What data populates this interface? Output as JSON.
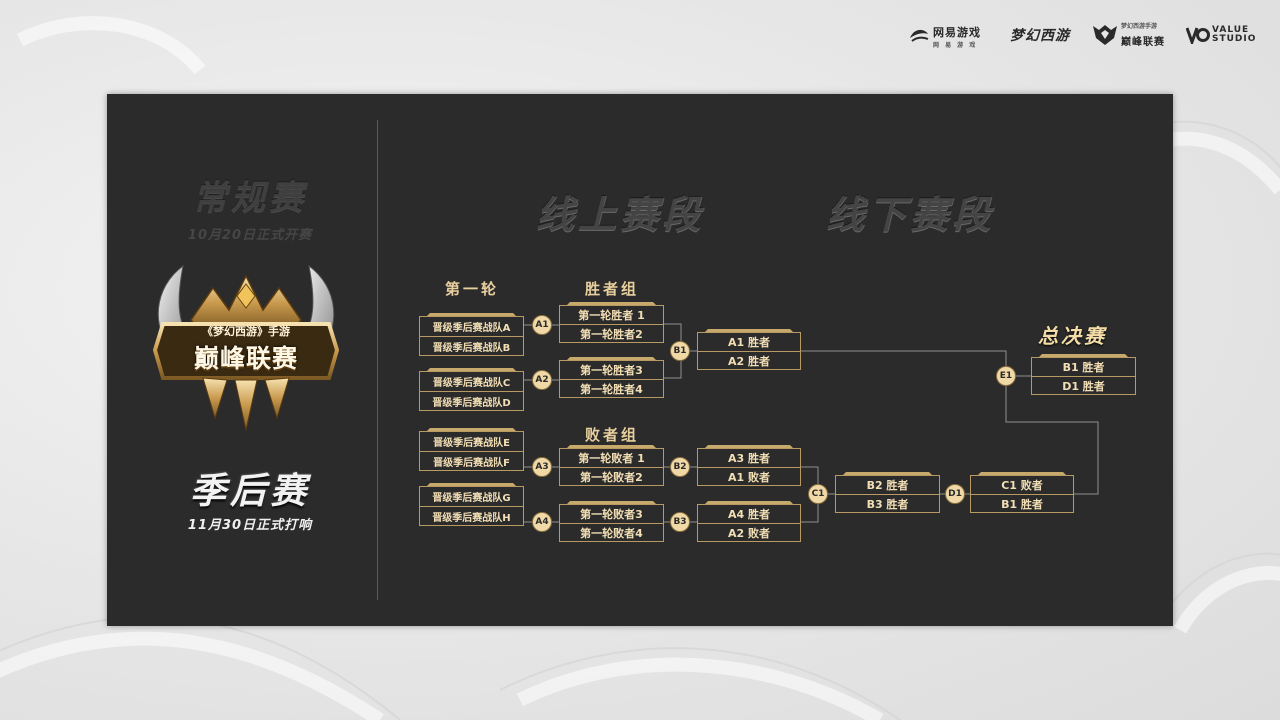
{
  "logos": [
    {
      "name": "网易游戏",
      "sub": "网 易 游 戏"
    },
    {
      "name": "梦幻西游",
      "sub": ""
    },
    {
      "name": "梦幻西游手游",
      "sub": "巅峰联赛"
    },
    {
      "name": "VALUE",
      "sub": "STUDIO"
    }
  ],
  "sidebar": {
    "regular_title": "常规赛",
    "regular_date": "10月20日正式开赛",
    "emblem_sub": "《梦幻西游》手游",
    "emblem_main": "巅峰联赛",
    "post_title": "季后赛",
    "post_date": "11月30日正式打响"
  },
  "stages": {
    "online": "线上赛段",
    "offline": "线下赛段"
  },
  "columns": {
    "round1": "第一轮",
    "winners": "胜者组",
    "losers": "败者组",
    "final": "总决赛"
  },
  "bracket": {
    "round1": [
      [
        "晋级季后赛战队A",
        "晋级季后赛战队B"
      ],
      [
        "晋级季后赛战队C",
        "晋级季后赛战队D"
      ],
      [
        "晋级季后赛战队E",
        "晋级季后赛战队F"
      ],
      [
        "晋级季后赛战队G",
        "晋级季后赛战队H"
      ]
    ],
    "winners_r1": [
      [
        "第一轮胜者 1",
        "第一轮胜者2"
      ],
      [
        "第一轮胜者3",
        "第一轮胜者4"
      ]
    ],
    "losers_r1": [
      [
        "第一轮败者 1",
        "第一轮败者2"
      ],
      [
        "第一轮败者3",
        "第一轮败者4"
      ]
    ],
    "winners_final": [
      "A1  胜者",
      "A2  胜者"
    ],
    "losers_r2": [
      [
        "A3  胜者",
        "A1  败者"
      ],
      [
        "A4  胜者",
        "A2  败者"
      ]
    ],
    "losers_r3": [
      "B2  胜者",
      "B3  胜者"
    ],
    "losers_final": [
      "C1  败者",
      "B1  胜者"
    ],
    "grand_final": [
      "B1  胜者",
      "D1  胜者"
    ]
  },
  "markers": [
    "A1",
    "A2",
    "A3",
    "A4",
    "B1",
    "B2",
    "B3",
    "C1",
    "D1",
    "E1"
  ],
  "colors": {
    "gold": "#c6a96b",
    "gold_text": "#f3dfb5",
    "panel": "#2b2b2b"
  }
}
